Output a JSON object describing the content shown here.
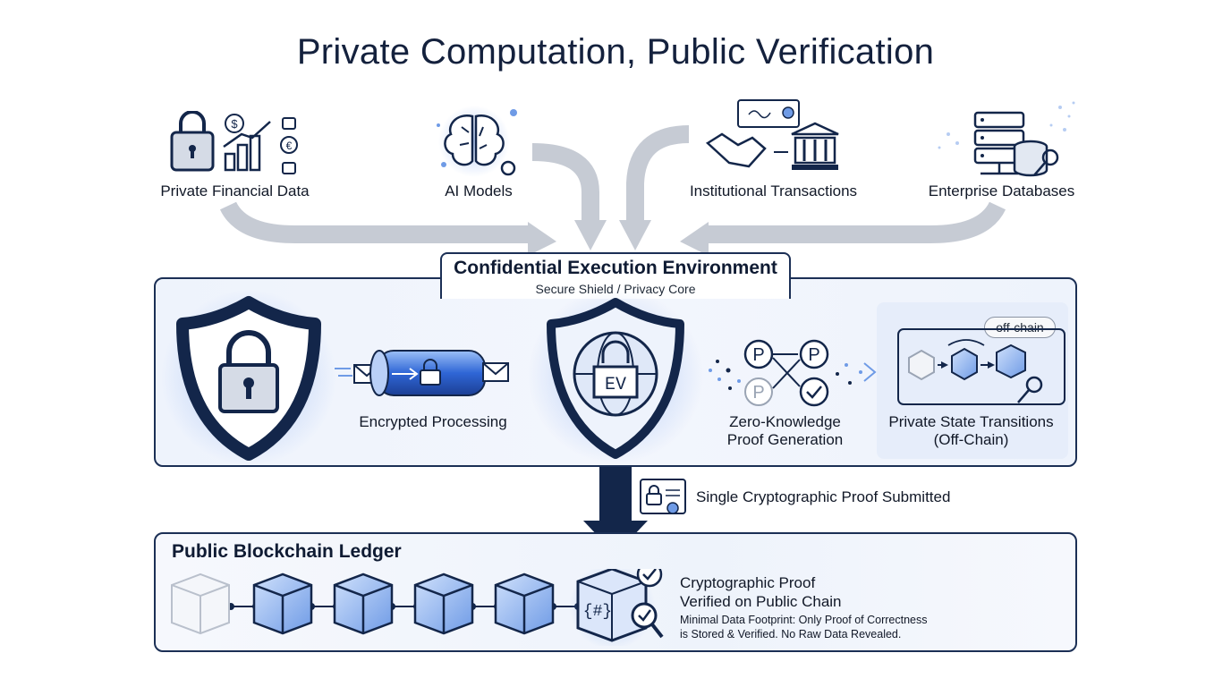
{
  "title": "Private Computation, Public Verification",
  "sources": [
    {
      "label": "Private Financial Data",
      "icon": "lock-chart-icon"
    },
    {
      "label": "AI Models",
      "icon": "brain-icon"
    },
    {
      "label": "Institutional Transactions",
      "icon": "handshake-bank-icon"
    },
    {
      "label": "Enterprise Databases",
      "icon": "database-server-icon"
    }
  ],
  "cee": {
    "title": "Confidential Execution Environment",
    "subtitle": "Secure Shield / Privacy Core",
    "steps": {
      "encrypted": "Encrypted Processing",
      "zk_line1": "Zero-Knowledge",
      "zk_line2": "Proof Generation",
      "pst_line1": "Private State Transitions",
      "pst_line2": "(Off-Chain)"
    },
    "offchain_tag": "off-chain",
    "core_glyph": "EV",
    "zk_glyph": "P"
  },
  "proof_submitted": "Single Cryptographic Proof Submitted",
  "ledger": {
    "title": "Public Blockchain Ledger",
    "block_glyph": "{#}",
    "verified_line1": "Cryptographic Proof",
    "verified_line2": "Verified on Public Chain",
    "footprint_line1": "Minimal Data Footprint: Only Proof of Correctness",
    "footprint_line2": "is Stored & Verified. No Raw Data Revealed."
  },
  "colors": {
    "navy": "#1b2f55",
    "accent_blue": "#3b6fd8",
    "glow_blue": "#8fb2f2",
    "arrow_gray": "#c3c8d2"
  }
}
